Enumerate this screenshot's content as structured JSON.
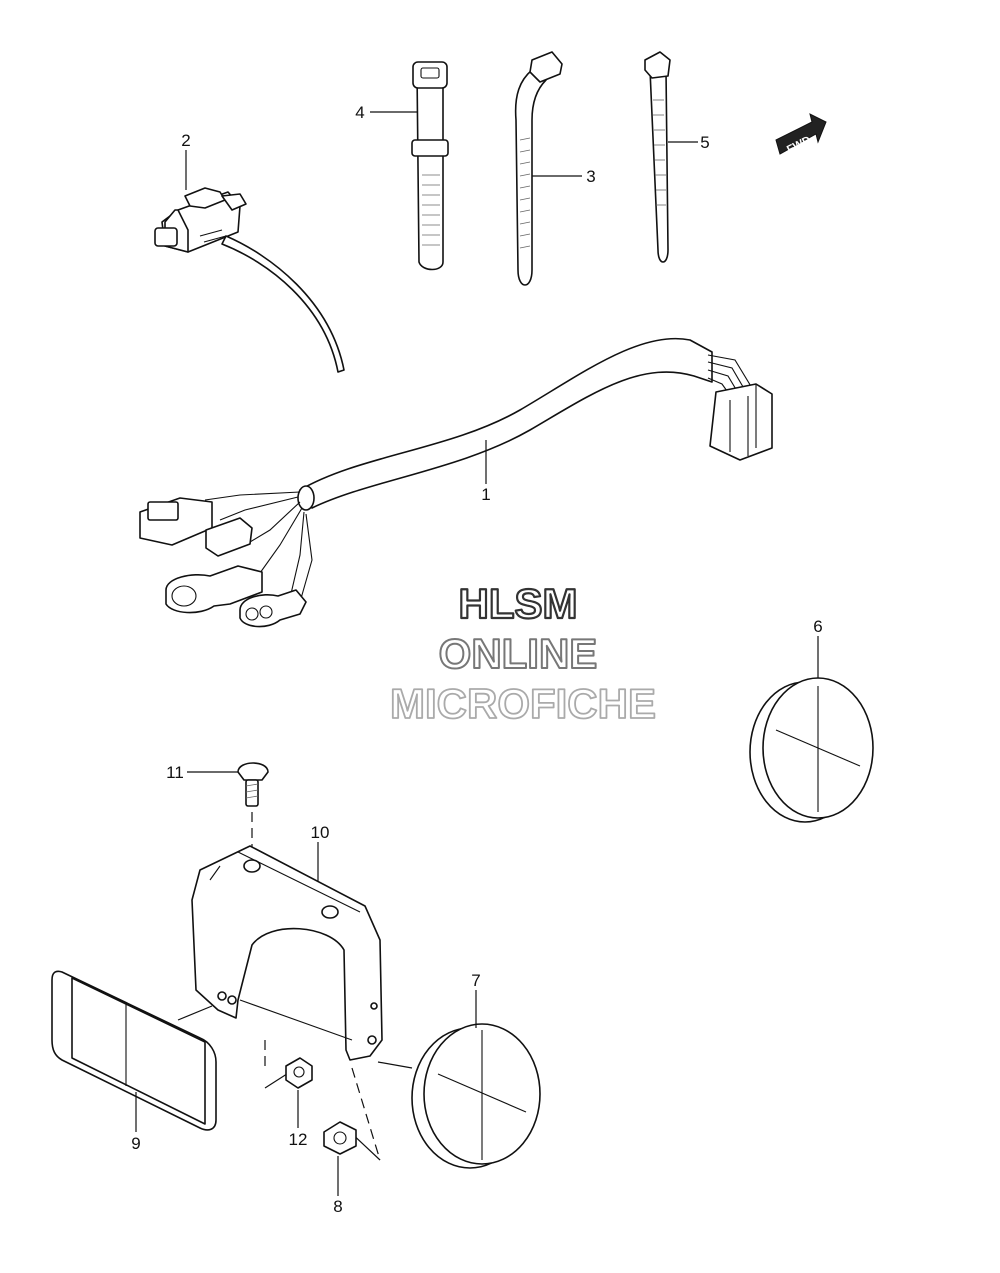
{
  "watermark": {
    "line1": "HLSM",
    "line2": "ONLINE",
    "line3": "MICROFICHE",
    "colors": {
      "line1": "#333333",
      "line2": "#777777",
      "line3": "#aaaaaa"
    }
  },
  "fwd_arrow": {
    "label": "FWD",
    "icon": "forward-arrow-icon"
  },
  "callouts": [
    {
      "id": "p1",
      "number": "1"
    },
    {
      "id": "p2",
      "number": "2"
    },
    {
      "id": "p3",
      "number": "3"
    },
    {
      "id": "p4",
      "number": "4"
    },
    {
      "id": "p5",
      "number": "5"
    },
    {
      "id": "p6",
      "number": "6"
    },
    {
      "id": "p7",
      "number": "7"
    },
    {
      "id": "p8",
      "number": "8"
    },
    {
      "id": "p9",
      "number": "9"
    },
    {
      "id": "p10",
      "number": "10"
    },
    {
      "id": "p11",
      "number": "11"
    },
    {
      "id": "p12",
      "number": "12"
    }
  ]
}
